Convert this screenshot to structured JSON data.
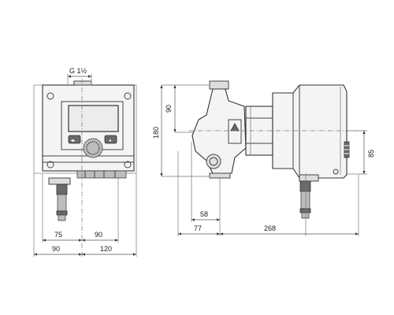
{
  "front_view": {
    "thread_label": "G 1½",
    "dim_left_inner": "75",
    "dim_right_inner": "90",
    "dim_left_outer": "90",
    "dim_right_outer": "120",
    "key_left_symbol": "◂▸",
    "key_right_symbol": "◂"
  },
  "side_view": {
    "dim_top_height": "90",
    "dim_total_height": "180",
    "dim_right_height": "85",
    "dim_inner_width": "58",
    "dim_left_width": "77",
    "dim_total_width": "268"
  }
}
